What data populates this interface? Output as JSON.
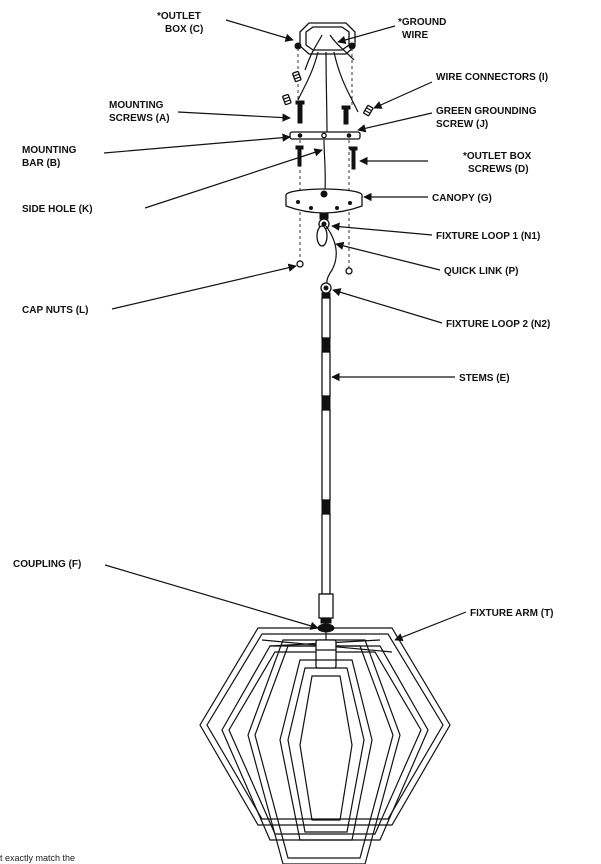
{
  "labels": {
    "outlet_box": [
      "*OUTLET",
      "BOX (C)"
    ],
    "ground_wire": [
      "*GROUND",
      "WIRE"
    ],
    "wire_connectors": "WIRE CONNECTORS (I)",
    "mounting_screws": [
      "MOUNTING",
      "SCREWS (A)"
    ],
    "green_grounding_screw": [
      "GREEN GROUNDING",
      "SCREW (J)"
    ],
    "mounting_bar": [
      "MOUNTING",
      "BAR (B)"
    ],
    "outlet_box_screws": [
      "*OUTLET BOX",
      "SCREWS (D)"
    ],
    "side_hole": "SIDE HOLE (K)",
    "canopy": "CANOPY (G)",
    "fixture_loop_1": "FIXTURE LOOP 1 (N1)",
    "quick_link": "QUICK LINK (P)",
    "cap_nuts": "CAP NUTS (L)",
    "fixture_loop_2": "FIXTURE LOOP 2 (N2)",
    "stems": "STEMS (E)",
    "coupling": "COUPLING (F)",
    "fixture_arm": "FIXTURE ARM (T)"
  },
  "footnote": "t exactly match the"
}
